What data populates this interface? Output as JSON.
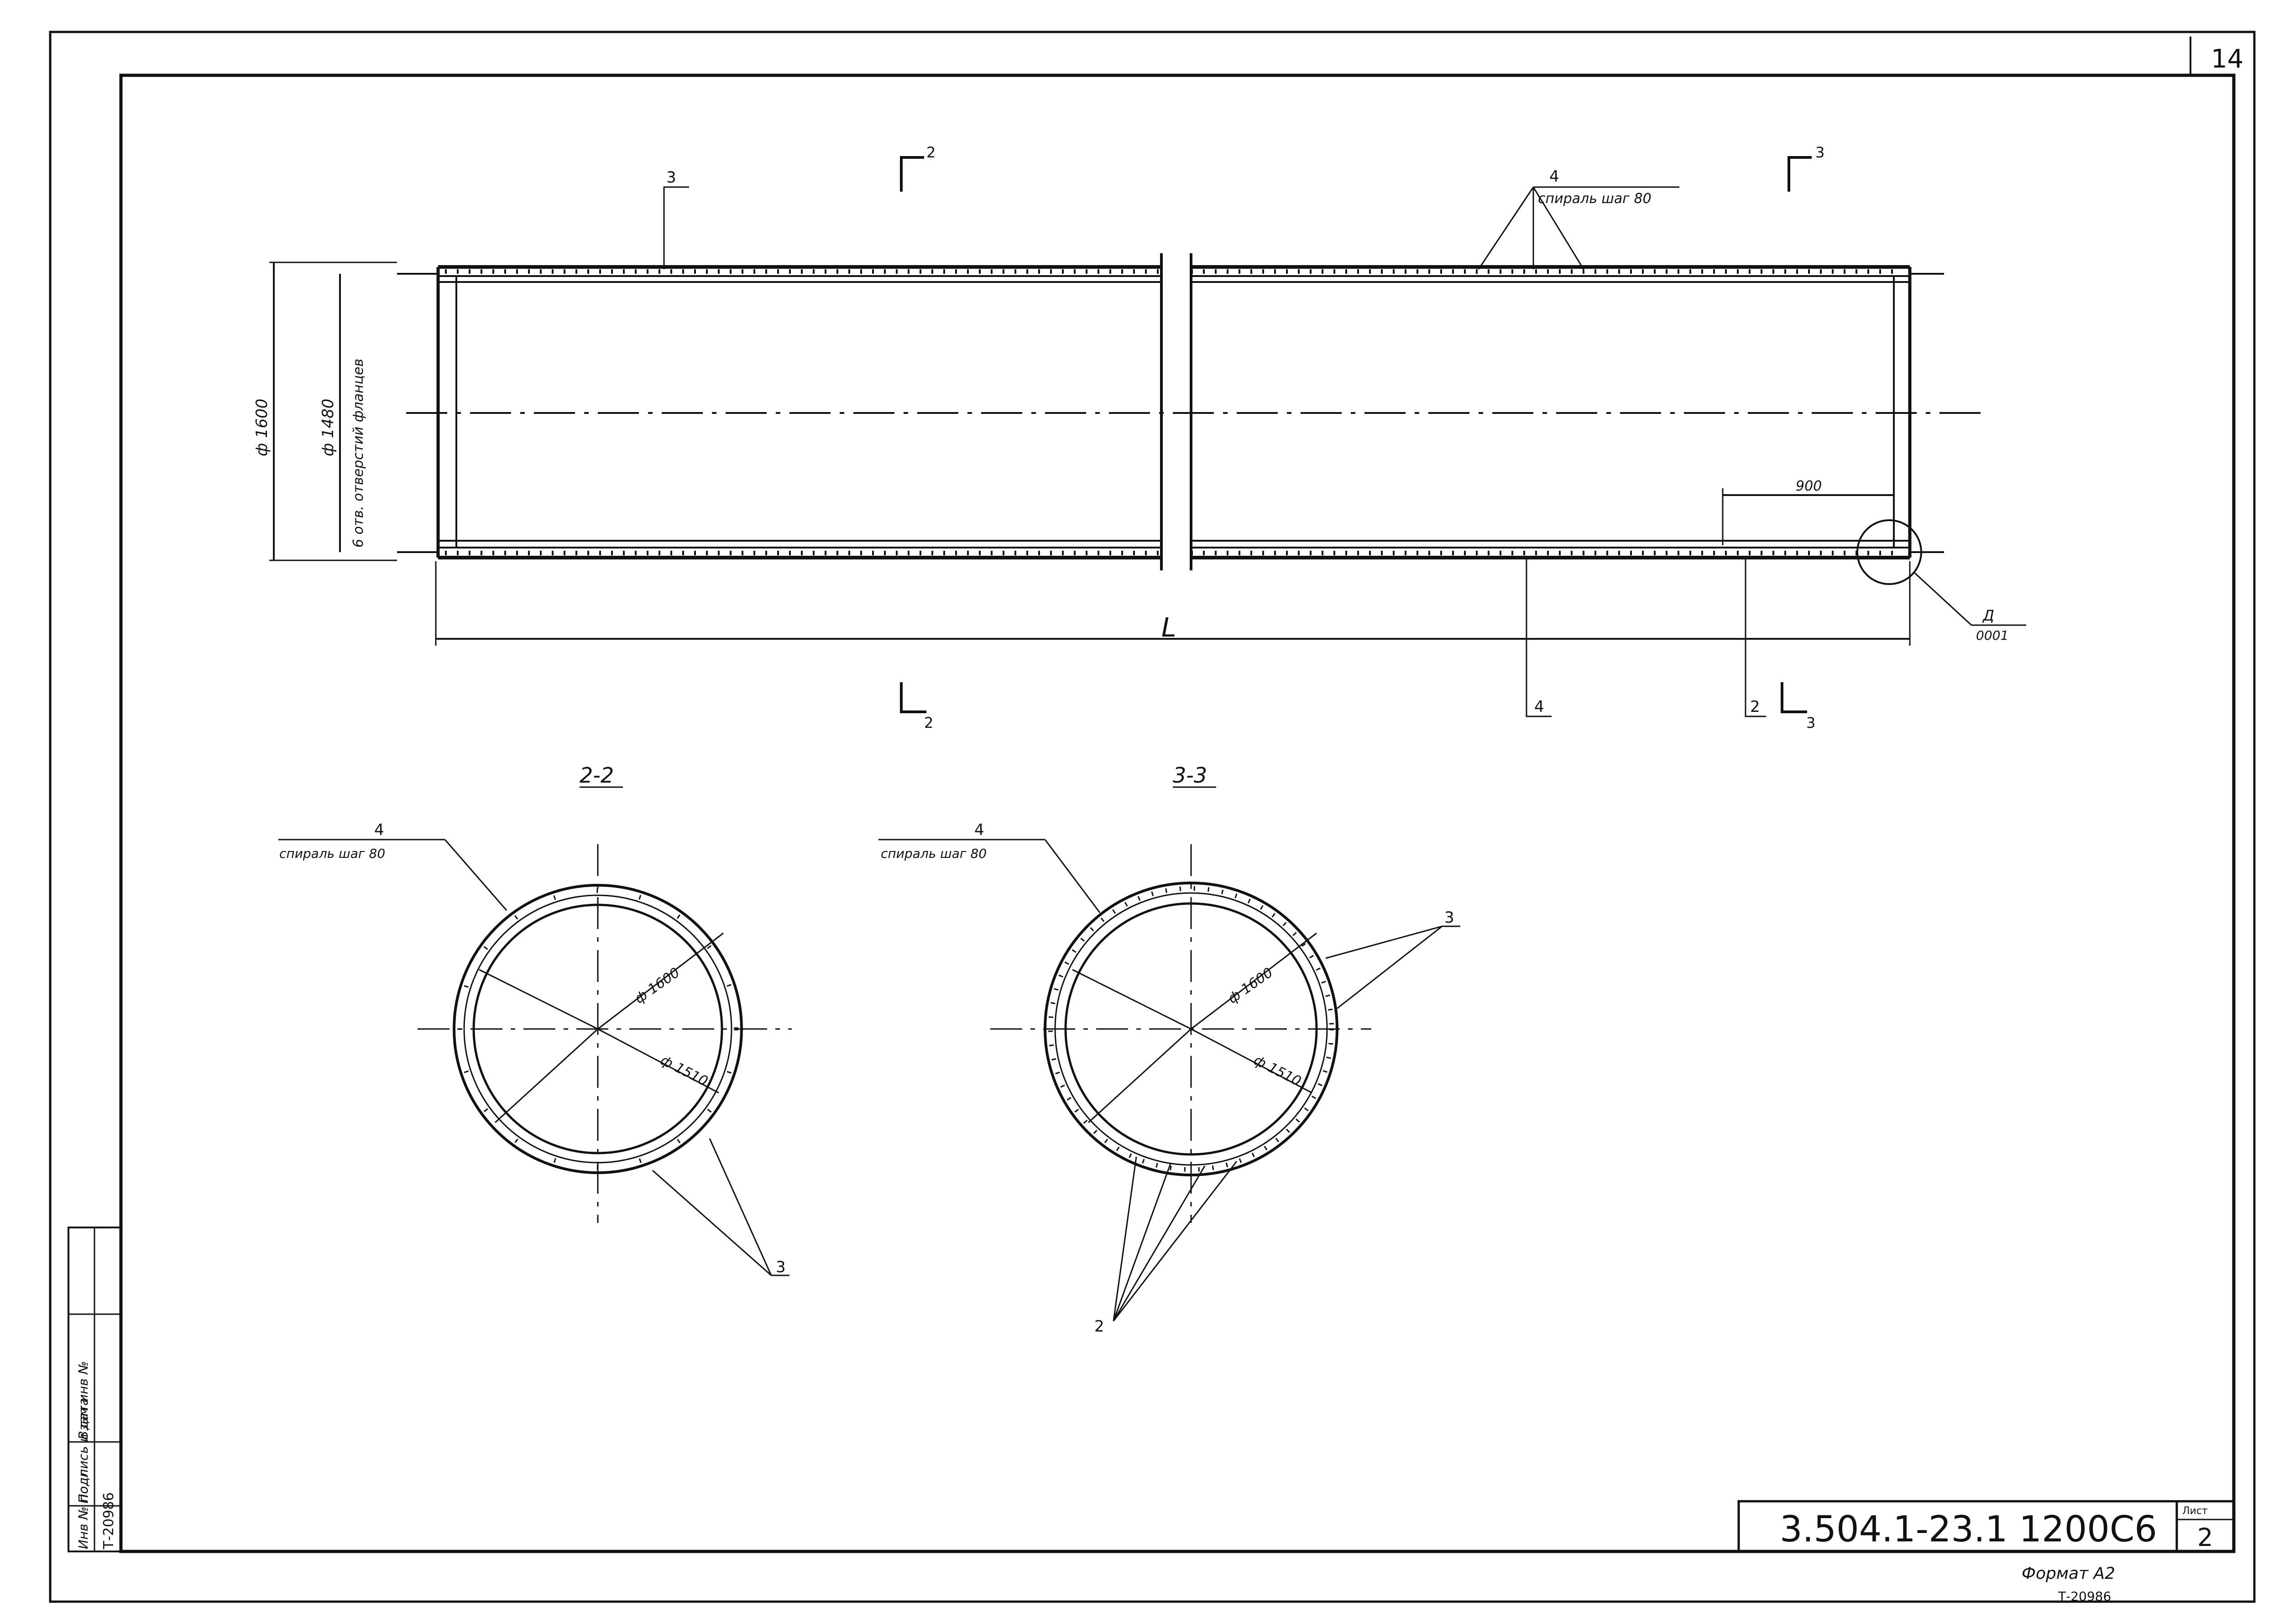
{
  "sheet": {
    "page_number": "14",
    "sheet_label": "Лист",
    "sheet_number": "2",
    "document_code": "3.504.1-23.1 1200С6",
    "format_label": "Формат А2",
    "inventory_stamp": "Т-20986"
  },
  "side_stamp": {
    "col_inv_original": "Инв № подл.",
    "col_signature_date": "Подпись и дата",
    "col_replaces_inv": "Взам инв №",
    "inv_value": "Т-20986"
  },
  "main_view": {
    "section_mark_left_top": "2",
    "section_mark_right_top": "3",
    "section_mark_left_bottom": "2",
    "section_mark_right_bottom": "3",
    "callout_3_top": "3",
    "callout_4_top_number": "4",
    "callout_4_top_text": "спираль шаг 80",
    "dim_outer": "ф 1600",
    "dim_holes": "ф 1480",
    "dim_holes_note": "6 отв. отверстий фланцев",
    "dim_length": "L",
    "dim_offset": "900",
    "detail_ref_letter": "Д",
    "detail_ref_sheet": "0001",
    "callout_4_bottom": "4",
    "callout_2_bottom": "2"
  },
  "section_2": {
    "title": "2-2",
    "callout_number": "4",
    "callout_text": "спираль шаг 80",
    "dia_outer": "ф 1600",
    "dia_inner": "ф 1510",
    "callout_3": "3"
  },
  "section_3": {
    "title": "3-3",
    "callout_number": "4",
    "callout_text": "спираль шаг 80",
    "dia_outer": "ф 1600",
    "dia_inner": "ф 1510",
    "callout_3": "3",
    "callout_2": "2"
  }
}
